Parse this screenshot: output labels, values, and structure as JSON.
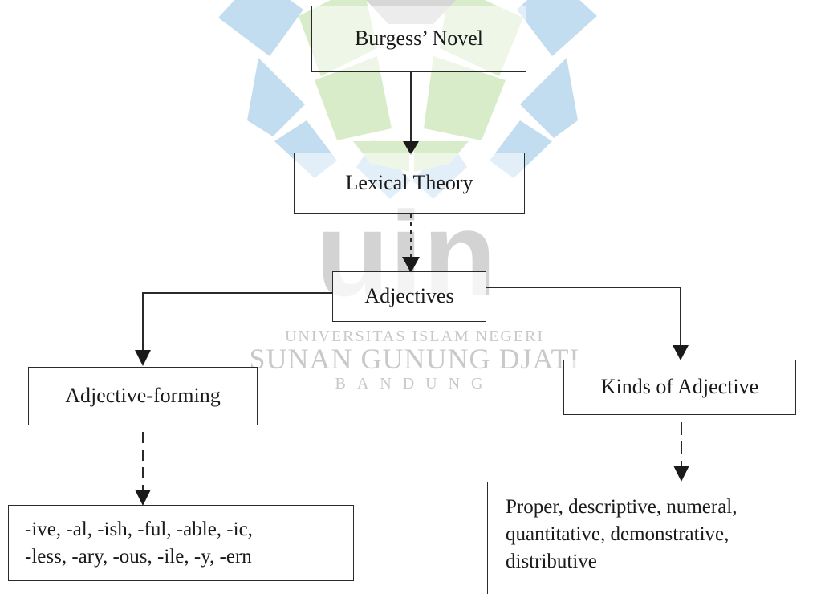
{
  "watermark": {
    "colors": {
      "blue": "#c2dcf0",
      "green": "#d9ecc9",
      "gray": "#d6d6d6"
    },
    "letters": "uin",
    "line1": "UNIVERSITAS ISLAM NEGERI",
    "line2": "SUNAN GUNUNG DJATI",
    "line3": "BANDUNG"
  },
  "nodes": {
    "burgess_novel": "Burgess’ Novel",
    "lexical_theory": "Lexical Theory",
    "adjectives": "Adjectives",
    "adjective_forming": "Adjective-forming",
    "kinds_of_adjective": "Kinds of Adjective",
    "suffixes": "-ive, -al, -ish, -ful, -able, -ic,\n-less, -ary, -ous, -ile, -y, -ern",
    "kinds_list": "Proper, descriptive, numeral,\nquantitative, demonstrative,\ndistributive"
  },
  "edges": [
    {
      "from": "burgess_novel",
      "to": "lexical_theory"
    },
    {
      "from": "lexical_theory",
      "to": "adjectives"
    },
    {
      "from": "adjectives",
      "to": "adjective_forming"
    },
    {
      "from": "adjectives",
      "to": "kinds_of_adjective"
    },
    {
      "from": "adjective_forming",
      "to": "suffixes"
    },
    {
      "from": "kinds_of_adjective",
      "to": "kinds_list"
    }
  ]
}
